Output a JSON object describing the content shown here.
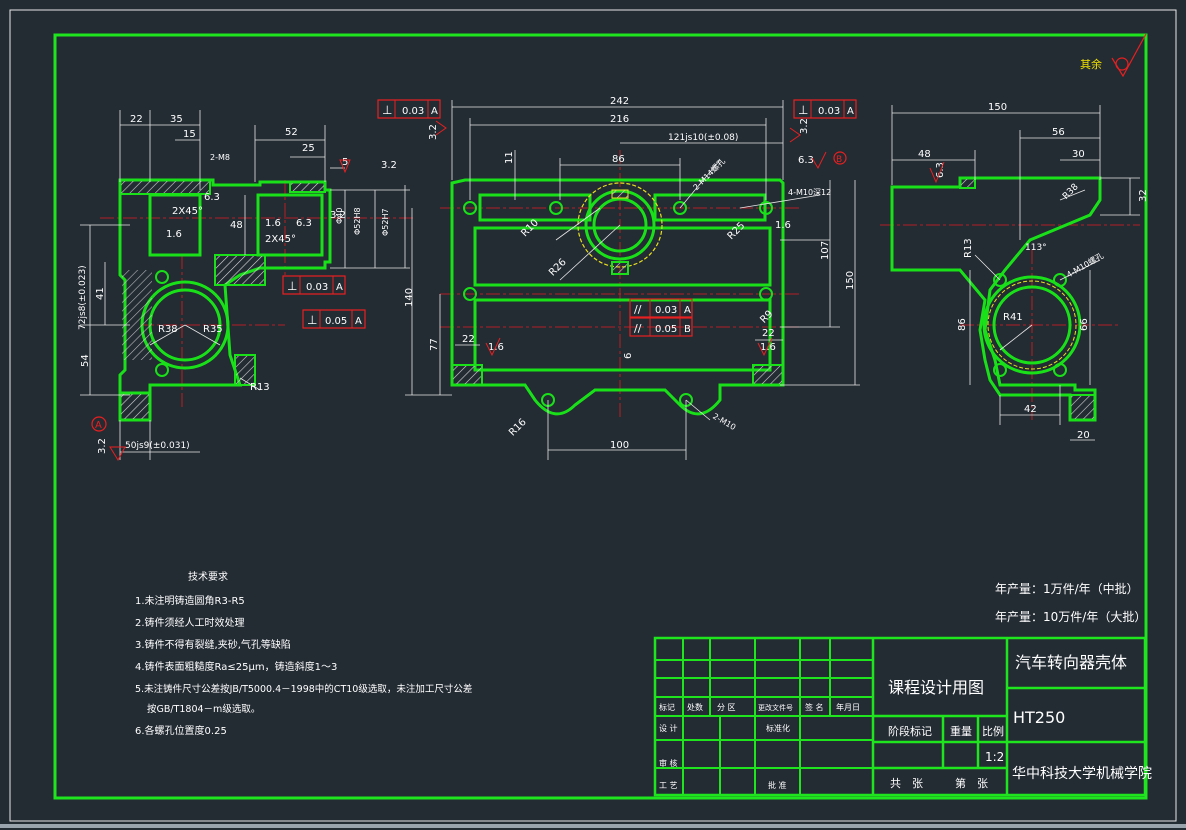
{
  "colors": {
    "background": "#232b33",
    "frame": "#1fe51f",
    "outline": "#19e019",
    "dim": "#e8e8e8",
    "center": "#e02020",
    "tol": "#e82020",
    "hatch": "#d9d9d9",
    "text": "#ffffff",
    "yellow": "#e8e020"
  },
  "corner_mark": {
    "text": "其余"
  },
  "views": {
    "left": {
      "dims": [
        "22",
        "35",
        "15",
        "52",
        "25",
        "5",
        "48",
        "41",
        "54",
        "72js8(±0.023)",
        "50js9(±0.031)"
      ],
      "labels": [
        "2X45°",
        "2X45°",
        "1.6",
        "1.6",
        "6.3",
        "6.3",
        "3.2",
        "3.2",
        "R38",
        "R35",
        "R13",
        "2-M8"
      ],
      "datum_a": "A",
      "roughness_bottom": "3.2",
      "tolerance_frames": [
        {
          "symbol": "⊥",
          "value": "0.03",
          "datum": "A"
        },
        {
          "symbol": "⊥",
          "value": "0.05",
          "datum": "A"
        }
      ],
      "diameters": [
        "Φ40",
        "Φ52H8",
        "Φ52H7"
      ]
    },
    "front": {
      "dims": [
        "242",
        "216",
        "121js10(±0.08)",
        "86",
        "11",
        "140",
        "77",
        "22",
        "100",
        "22",
        "107",
        "150",
        "6"
      ],
      "labels": [
        "2-M14螺孔",
        "4-M10深12",
        "R10",
        "R26",
        "R25",
        "R16",
        "R9",
        "2-M10",
        "1.6",
        "1.6",
        "1.6",
        "6.3",
        "3.2",
        "3.2"
      ],
      "tolerance_frames": [
        {
          "symbol": "⊥",
          "value": "0.03",
          "datum": "A"
        },
        {
          "symbol": "⊥",
          "value": "0.03",
          "datum": "A"
        },
        {
          "symbol": "//",
          "value": "0.03",
          "datum": "A"
        },
        {
          "symbol": "//",
          "value": "0.05",
          "datum": "B"
        }
      ],
      "datum_b": "B"
    },
    "side": {
      "dims": [
        "150",
        "56",
        "48",
        "30",
        "32",
        "86",
        "66",
        "42",
        "20"
      ],
      "labels": [
        "6.3",
        "R13",
        "R41",
        "113°",
        "R38",
        "4-M10螺孔"
      ]
    }
  },
  "tech_requirements": {
    "title": "技术要求",
    "items": [
      "1.未注明铸造圆角R3-R5",
      "2.铸件须经人工时效处理",
      "3.铸件不得有裂缝,夹砂,气孔等缺陷",
      "4.铸件表面粗糙度Ra≤25μm，铸造斜度1～3",
      "5.未注铸件尺寸公差按JB/T5000.4－1998中的CT10级选取，未注加工尺寸公差",
      "按GB/T1804－m级选取。",
      "6.各螺孔位置度0.25"
    ]
  },
  "production": [
    "年产量：1万件/年（中批）",
    "年产量：10万件/年（大批）"
  ],
  "title_block": {
    "course": "课程设计用图",
    "part_name": "汽车转向器壳体",
    "material": "HT250",
    "school": "华中科技大学机械学院",
    "stage_mark": "阶段标记",
    "weight": "重量",
    "scale_label": "比例",
    "scale_value": "1:2",
    "total_sheets": "共　张",
    "sheet_no": "第　张",
    "row_labels": [
      "标记",
      "处数",
      "分 区",
      "更改文件号",
      "签 名",
      "年月日"
    ],
    "design": "设 计",
    "standardize": "标准化",
    "review": "审 核",
    "process": "工 艺",
    "approve": "批 准"
  }
}
